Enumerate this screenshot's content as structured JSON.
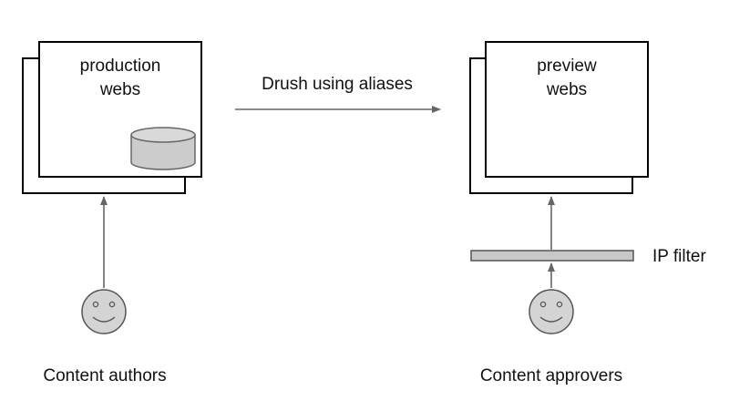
{
  "production": {
    "label_line1": "production",
    "label_line2": "webs",
    "icon": "database-icon"
  },
  "preview": {
    "label_line1": "preview",
    "label_line2": "webs"
  },
  "connection": {
    "label": "Drush using aliases"
  },
  "filter": {
    "label": "IP filter"
  },
  "actors": {
    "authors": {
      "label": "Content authors",
      "icon": "smiley-face-icon"
    },
    "approvers": {
      "label": "Content approvers",
      "icon": "smiley-face-icon"
    }
  },
  "colors": {
    "stroke": "#000000",
    "arrow": "#666666",
    "database_fill": "#cccccc",
    "face_fill": "#d4d4d4",
    "filter_fill": "#c8c8c8"
  }
}
